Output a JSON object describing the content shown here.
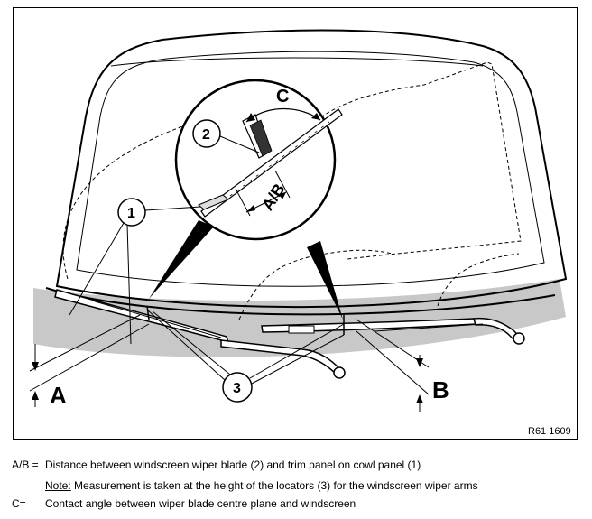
{
  "figure": {
    "reference_code": "R61 1609",
    "callouts": {
      "one": "1",
      "two": "2",
      "three": "3"
    },
    "dimension_labels": {
      "a": "A",
      "b": "B",
      "c": "C",
      "ab": "A/B"
    }
  },
  "legend": {
    "ab": {
      "key": "A/B =",
      "text": "Distance between windscreen wiper blade (2) and trim panel on cowl panel (1)"
    },
    "note": {
      "label": "Note:",
      "text": " Measurement is taken at the height of the locators (3) for the windscreen wiper arms"
    },
    "c": {
      "key": "C=",
      "text": "Contact angle between wiper blade centre plane and windscreen"
    }
  }
}
